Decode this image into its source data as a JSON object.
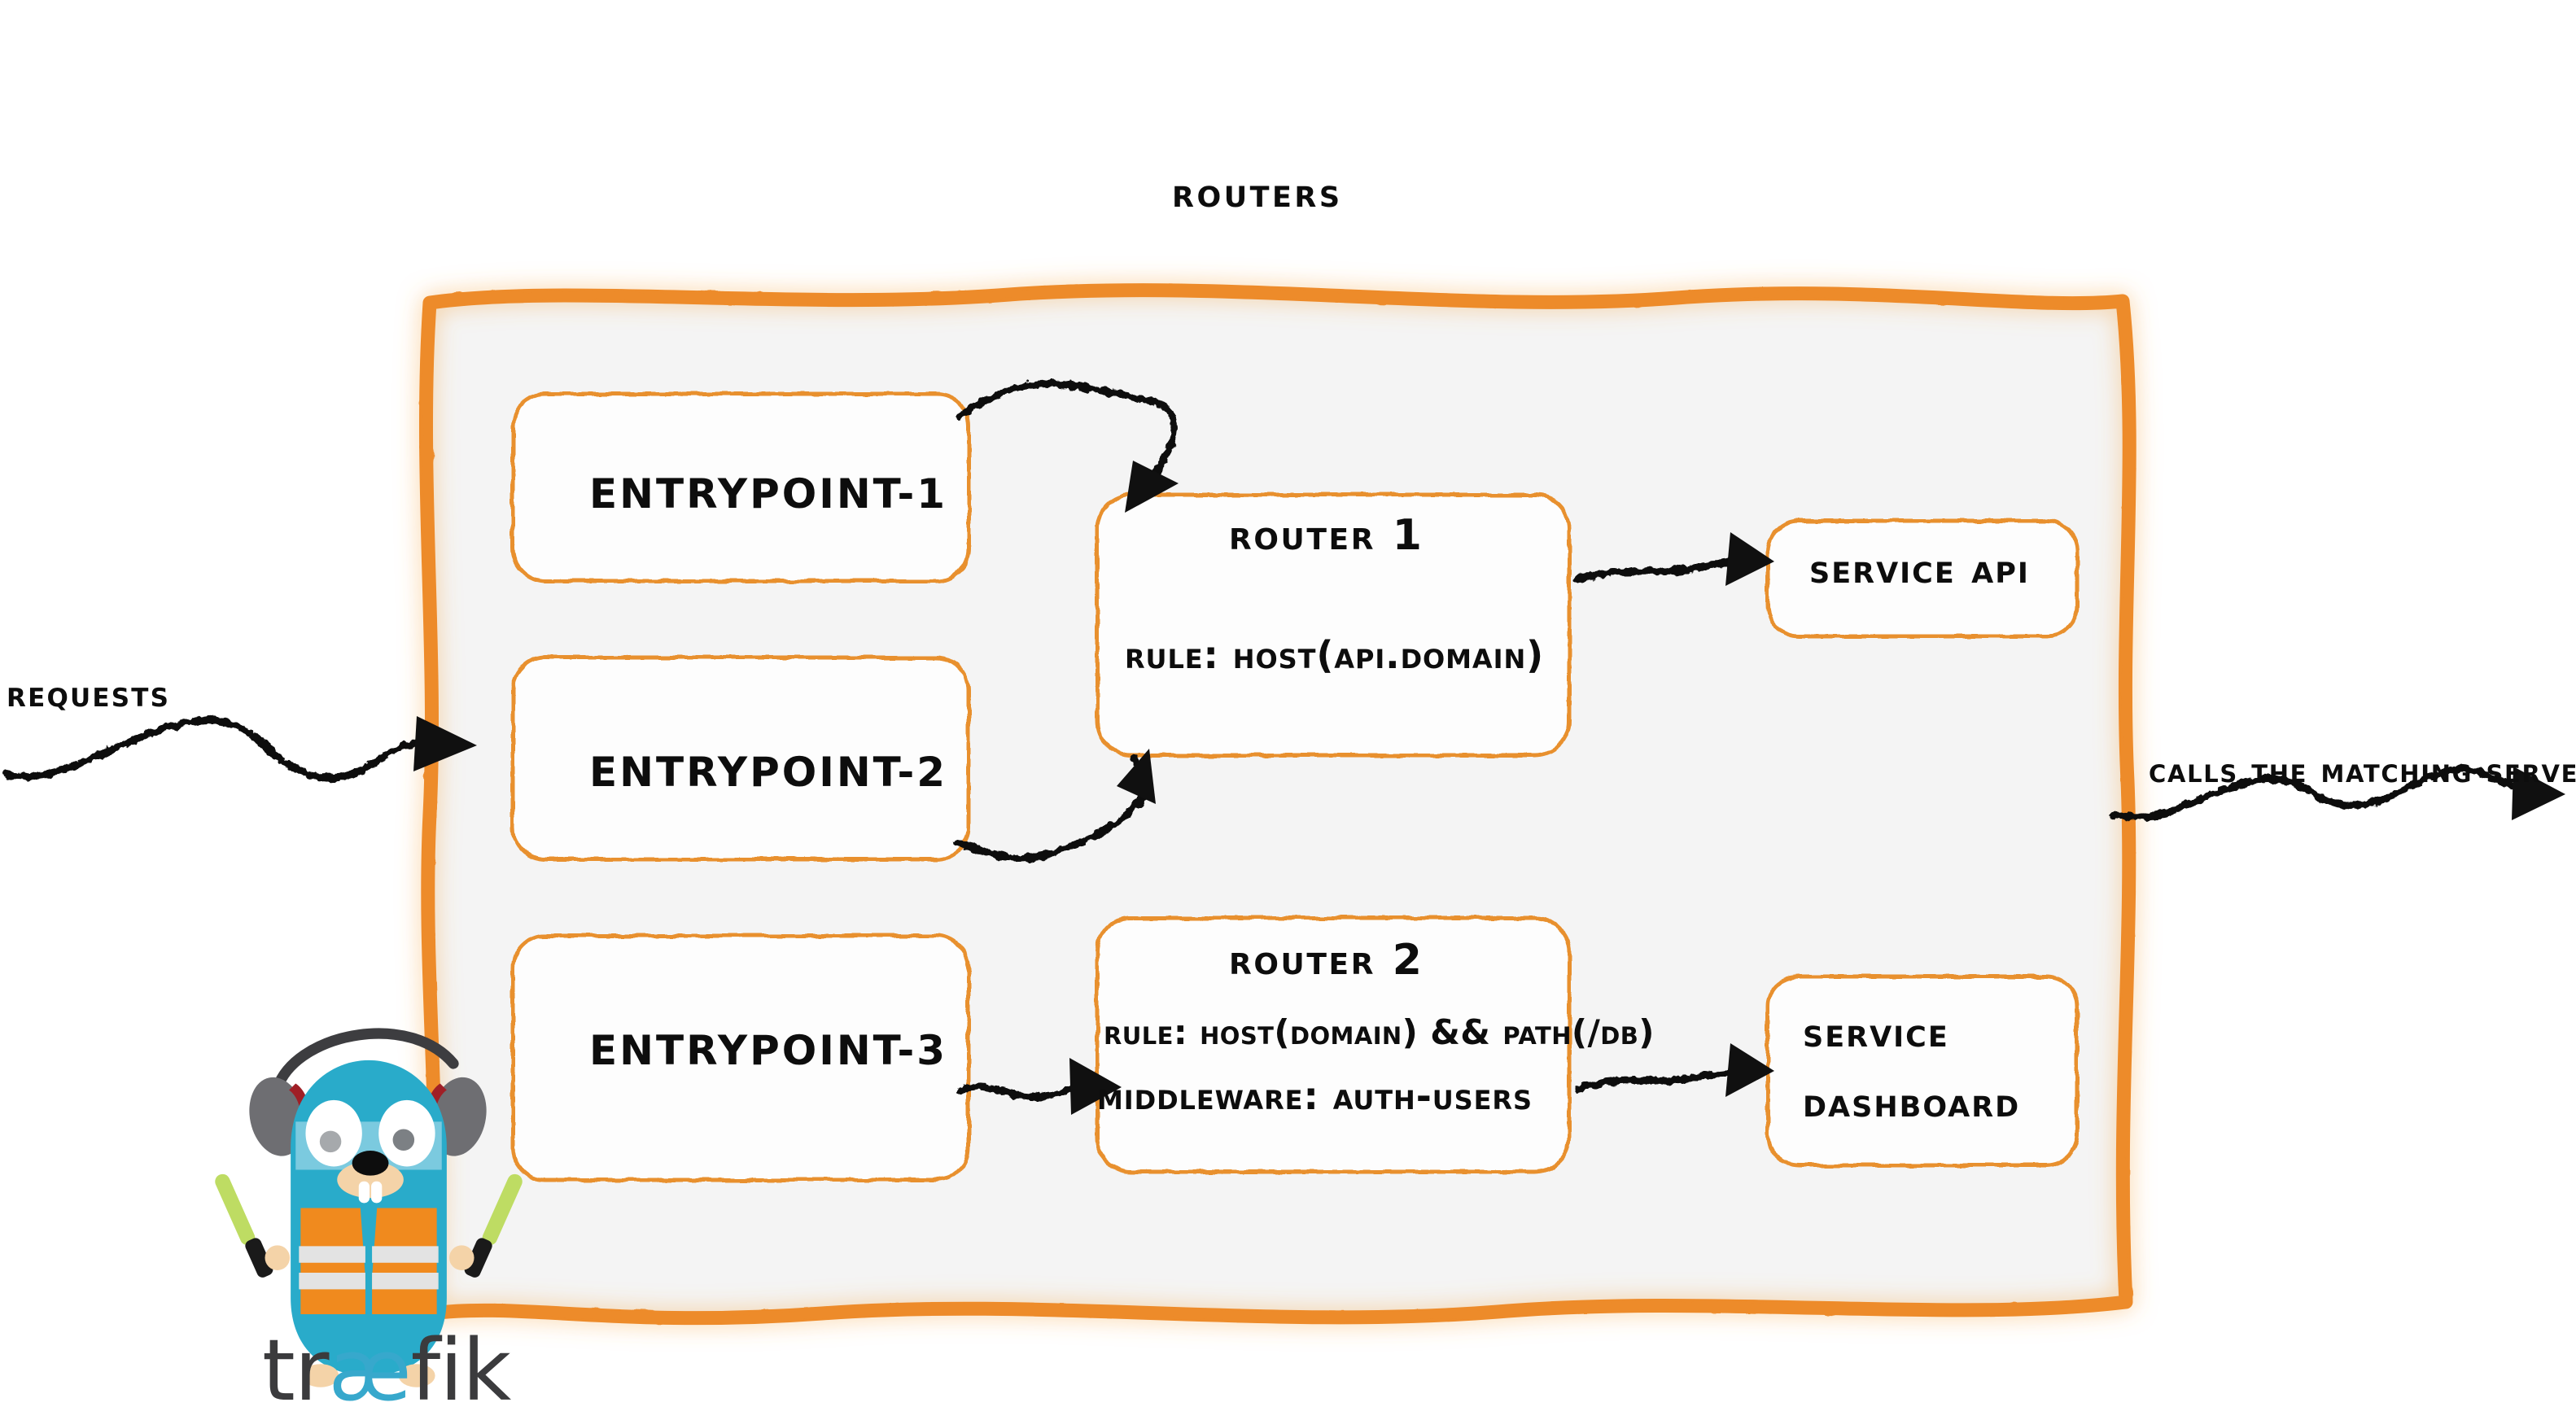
{
  "diagram": {
    "title": "Routers",
    "brand": "traefik",
    "accent_color": "#ED8B2A",
    "container_fill": "#F4F4F4",
    "box_border_color": "#E8902F",
    "arrow_color": "#101010",
    "text_color": "#0d0d0d"
  },
  "entrypoints": [
    {
      "label": "entrypoint-1"
    },
    {
      "label": "entrypoint-2"
    },
    {
      "label": "entrypoint-3"
    }
  ],
  "routers": [
    {
      "title": "Router 1",
      "rule": "rule: Host(api.domain)",
      "middleware": ""
    },
    {
      "title": "Router 2",
      "rule": "rule: Host(domain) && Path(/db)",
      "middleware": "Middleware: auth-users"
    }
  ],
  "services": [
    {
      "label": "Service API",
      "line1": "Service API",
      "line2": ""
    },
    {
      "label": "Service Dashboard",
      "line1": "Service",
      "line2": "Dashboard"
    }
  ],
  "annotations": {
    "incoming": "Requests",
    "outgoing": "Calls the matching server"
  },
  "logo": {
    "part1": "tr",
    "part2": "æ",
    "part3": "fik",
    "part1_color": "#3b3b3d",
    "part2_color": "#37a8cc",
    "part3_color": "#3b3b3d"
  },
  "mascot": {
    "name": "traefik-gopher",
    "body_color": "#29ABCA",
    "vest_color": "#F08A1E",
    "stripe_color": "#E3E3E3",
    "headphone_color": "#6E6E72",
    "headphone_accent": "#A01F26",
    "wand_color": "#BEDC63",
    "muzzle_color": "#F4D3A8"
  }
}
